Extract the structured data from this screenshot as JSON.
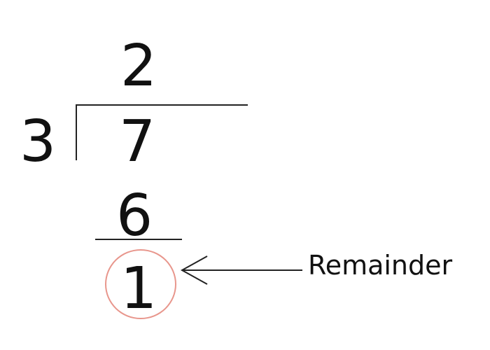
{
  "division": {
    "quotient": "2",
    "divisor": "3",
    "dividend": "7",
    "product": "6",
    "remainder": "1"
  },
  "annotation": {
    "label": "Remainder"
  },
  "colors": {
    "ink": "#111111",
    "circle": "#e8968c"
  },
  "icons": {
    "pointer": "arrow-left-icon"
  }
}
